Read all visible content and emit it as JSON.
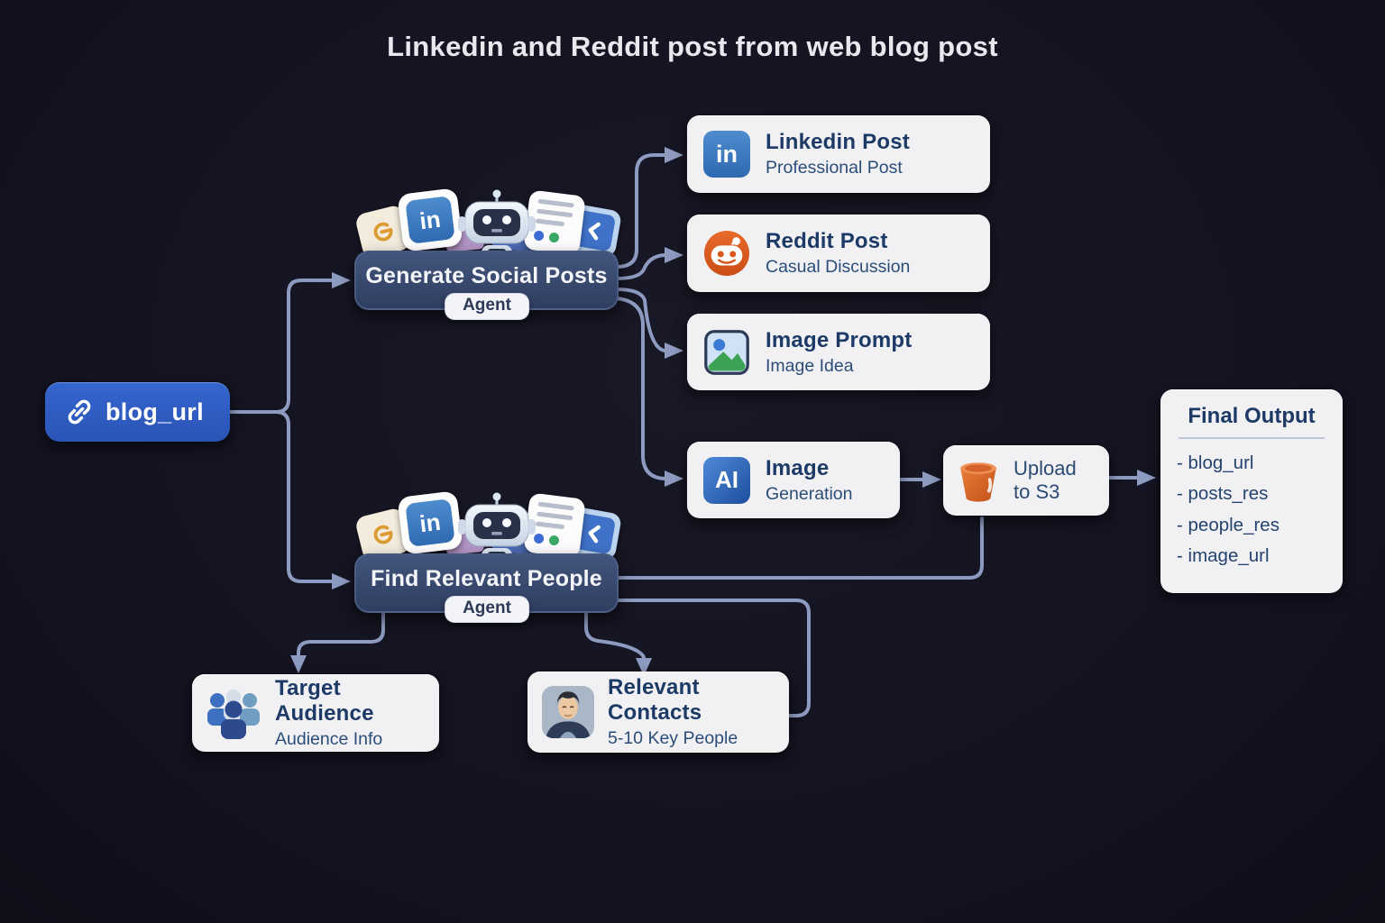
{
  "title": "Linkedin and Reddit post from web blog post",
  "input": {
    "label": "blog_url"
  },
  "agents": {
    "generate": {
      "label": "Generate Social Posts",
      "badge": "Agent"
    },
    "find": {
      "label": "Find Relevant People",
      "badge": "Agent"
    }
  },
  "cluster_icons": {
    "linkedin_text": "in"
  },
  "cards": {
    "linkedin": {
      "title": "Linkedin Post",
      "subtitle": "Professional Post",
      "icon_text": "in"
    },
    "reddit": {
      "title": "Reddit Post",
      "subtitle": "Casual Discussion"
    },
    "image_prompt": {
      "title": "Image Prompt",
      "subtitle": "Image Idea"
    },
    "image_generation": {
      "title": "Image",
      "subtitle": "Generation",
      "icon_text": "AI"
    },
    "upload_s3": {
      "label": "Upload to S3"
    },
    "target_audience": {
      "title": "Target Audience",
      "subtitle": "Audience Info"
    },
    "relevant_contacts": {
      "title": "Relevant Contacts",
      "subtitle": "5-10 Key People"
    }
  },
  "final_output": {
    "title": "Final Output",
    "items": [
      "- blog_url",
      "- posts_res",
      "- people_res",
      "- image_url"
    ]
  },
  "edges": [
    {
      "from": "blog_url",
      "to": "generate_social_posts"
    },
    {
      "from": "blog_url",
      "to": "find_relevant_people"
    },
    {
      "from": "generate_social_posts",
      "to": "linkedin_post"
    },
    {
      "from": "generate_social_posts",
      "to": "reddit_post"
    },
    {
      "from": "generate_social_posts",
      "to": "image_prompt"
    },
    {
      "from": "generate_social_posts",
      "to": "image_generation"
    },
    {
      "from": "image_generation",
      "to": "upload_to_s3"
    },
    {
      "from": "upload_to_s3",
      "to": "final_output"
    },
    {
      "from": "find_relevant_people",
      "to": "target_audience"
    },
    {
      "from": "find_relevant_people",
      "to": "relevant_contacts"
    },
    {
      "from": "find_relevant_people",
      "to": "upload_to_s3"
    }
  ],
  "colors": {
    "background": "#13131e",
    "connector": "#8d9bc0",
    "input_node_blue": "#2e5cc5",
    "agent_node_blue": "#3a4b70",
    "card_bg": "#f1f1f4",
    "card_title_text": "#1d3a66",
    "card_subtitle_text": "#2b4d78",
    "linkedin_blue": "#3c7ac0",
    "reddit_orange": "#d9571e",
    "bucket_orange": "#d9671f"
  }
}
